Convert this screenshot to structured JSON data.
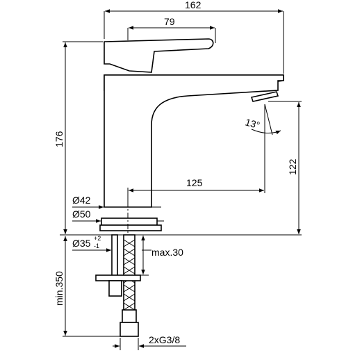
{
  "dimensions": {
    "overall_length": "162",
    "lever_length": "79",
    "total_height": "176",
    "spout_height": "122",
    "spout_reach": "125",
    "body_diameter": "Ø42",
    "base_diameter": "Ø50",
    "hole_diameter": "Ø35",
    "hole_tolerance_plus": "+2",
    "hole_tolerance_minus": "-1",
    "max_deck_thickness": "max.30",
    "hose_length": "min.350",
    "connection_thread": "2xG3/8",
    "spray_angle": "13°"
  }
}
